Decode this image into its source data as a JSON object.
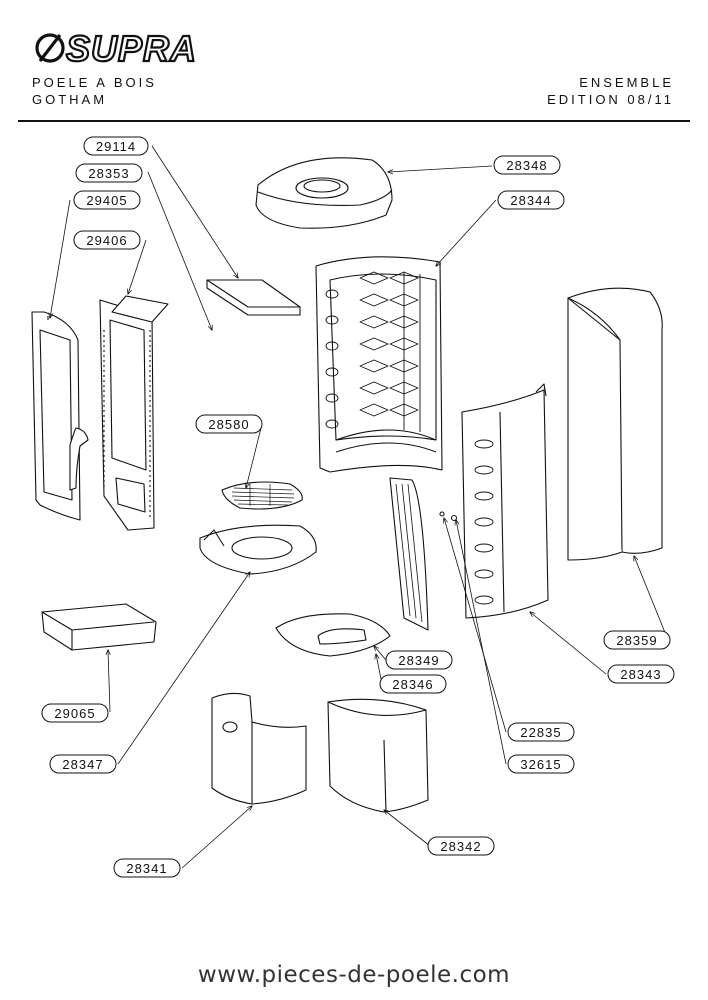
{
  "brand": {
    "logo_text": "SUPRA"
  },
  "header": {
    "left_line1": "POELE A BOIS",
    "left_line2": "GOTHAM",
    "right_line1": "ENSEMBLE",
    "right_line2": "EDITION 08/11"
  },
  "callouts": {
    "c29114": "29114",
    "c28353": "28353",
    "c29405": "29405",
    "c29406": "29406",
    "c28348": "28348",
    "c28344": "28344",
    "c28580": "28580",
    "c28359": "28359",
    "c28343": "28343",
    "c28349": "28349",
    "c28346": "28346",
    "c29065": "29065",
    "c22835": "22835",
    "c28347": "28347",
    "c32615": "32615",
    "c28342": "28342",
    "c28341": "28341"
  },
  "footer": {
    "url": "www.pieces-de-poele.com"
  }
}
